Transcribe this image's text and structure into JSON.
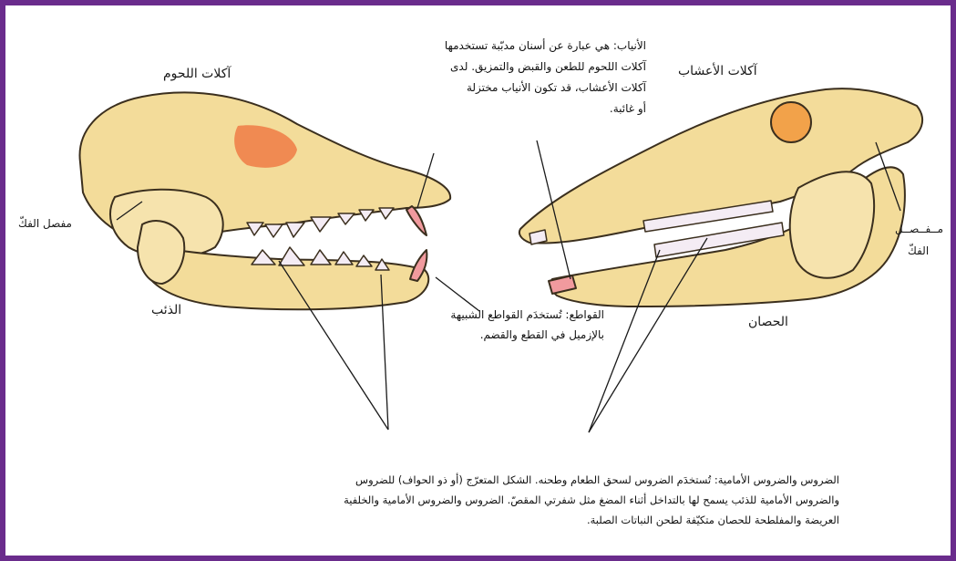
{
  "labels": {
    "carnivores": "آكلات اللحوم",
    "herbivores": "آكلات الأعشاب",
    "wolf": "الذئب",
    "horse": "الحصان",
    "jaw_joint_left": "مفصل الفكّ",
    "jaw_joint_right_line1": "مــفــصــل",
    "jaw_joint_right_line2": "الفكّ"
  },
  "canines_note": {
    "line1": "الأنياب: هي عبارة عن أسنان مدبّبة تستخدمها",
    "line2": "آكلات اللحوم للطعن والقبض والتمزيق. لدى",
    "line3": "آكلات الأعشاب، قد تكون الأنياب مختزلة",
    "line4": "أو غائبة."
  },
  "incisors_note": {
    "line1": "القواطع: تُستخدَم القواطع الشبيهة",
    "line2": "بالإزميل في القطع والقضم."
  },
  "molars_note": {
    "line1": "الضروس والضروس الأمامية: تُستخدَم الضروس لسحق الطعام وطحنه. الشكل المتعرّج (أو ذو الحواف) للضروس",
    "line2": "والضروس الأمامية للذئب يسمح لها بالتداخل أثناء المضغ مثل شفرتي المقصّ. الضروس والضروس الأمامية والخلفية",
    "line3": "العريضة والمفلطحة للحصان متكيّفة لطحن النباتات الصلبة."
  },
  "colors": {
    "frame": "#6a2c8c",
    "bone": "#f3dc9a",
    "bone_outline": "#3b2f1e",
    "teeth": "#f4ecf4",
    "canine": "#f19a9e",
    "eye": "#f2a24a",
    "nasal": "#f08a52"
  }
}
